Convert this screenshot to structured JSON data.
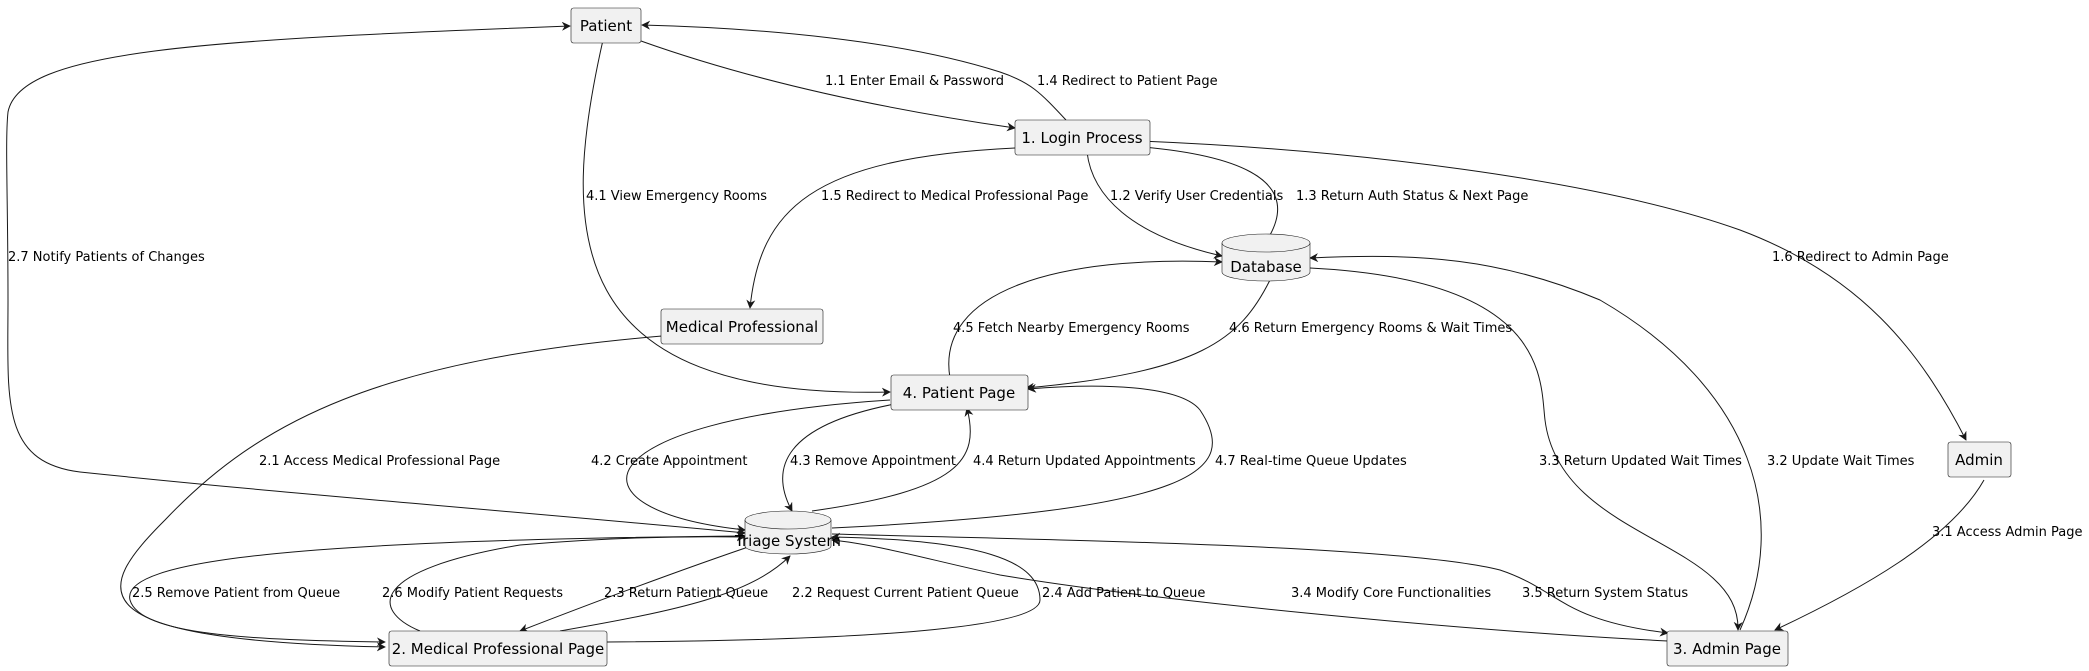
{
  "diagram": {
    "nodes": {
      "patient": "Patient",
      "login": "1. Login Process",
      "database": "Database",
      "medpro": "Medical Professional",
      "admin": "Admin",
      "patient_page": "4. Patient Page",
      "triage": "Triage System",
      "medpro_page": "2. Medical Professional Page",
      "admin_page": "3. Admin Page"
    },
    "edges": {
      "e1_1": "1.1 Enter Email & Password",
      "e1_2": "1.2 Verify User Credentials",
      "e1_3": "1.3 Return Auth Status & Next Page",
      "e1_4": "1.4 Redirect to Patient Page",
      "e1_5": "1.5 Redirect to Medical Professional Page",
      "e1_6": "1.6 Redirect to Admin Page",
      "e2_1": "2.1 Access Medical Professional Page",
      "e2_2": "2.2 Request Current Patient Queue",
      "e2_3": "2.3 Return Patient Queue",
      "e2_4": "2.4 Add Patient to Queue",
      "e2_5": "2.5 Remove Patient from Queue",
      "e2_6": "2.6 Modify Patient Requests",
      "e2_7": "2.7 Notify Patients of Changes",
      "e3_1": "3.1 Access Admin Page",
      "e3_2": "3.2 Update Wait Times",
      "e3_3": "3.3 Return Updated Wait Times",
      "e3_4": "3.4 Modify Core Functionalities",
      "e3_5": "3.5 Return System Status",
      "e4_1": "4.1 View Emergency Rooms",
      "e4_2": "4.2 Create Appointment",
      "e4_3": "4.3 Remove Appointment",
      "e4_4": "4.4 Return Updated Appointments",
      "e4_5": "4.5 Fetch Nearby Emergency Rooms",
      "e4_6": "4.6 Return Emergency Rooms & Wait Times",
      "e4_7": "4.7 Real-time Queue Updates"
    }
  }
}
